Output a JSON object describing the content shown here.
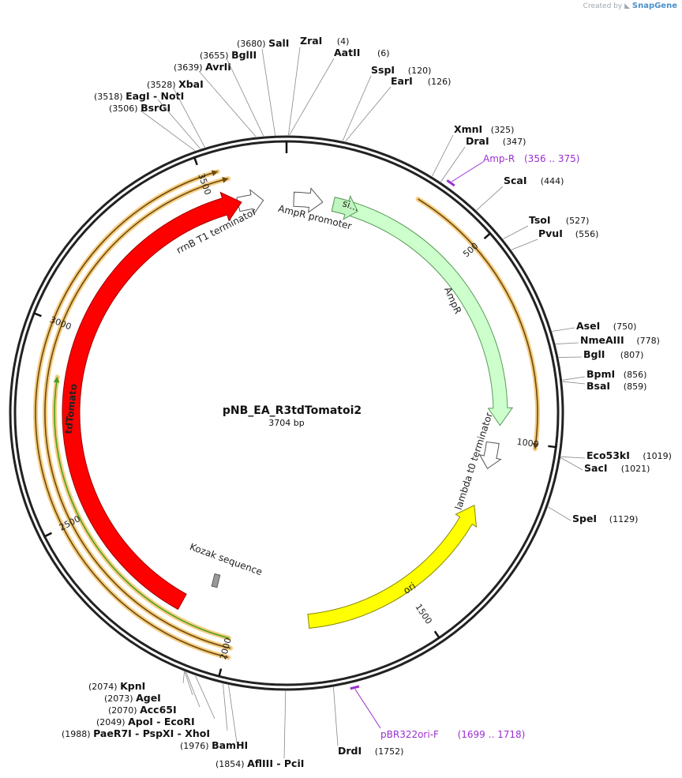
{
  "watermark": {
    "prefix": "Created by",
    "brand": "SnapGene"
  },
  "plasmid": {
    "name": "pNB_EA_R3tdTomatoi2",
    "length_label": "3704 bp",
    "length": 3704
  },
  "ticks": [
    "500",
    "1000",
    "1500",
    "2000",
    "2500",
    "3000",
    "3500"
  ],
  "sites": [
    {
      "name": "ZraI",
      "pos": "(4)"
    },
    {
      "name": "AatII",
      "pos": "(6)"
    },
    {
      "name": "SspI",
      "pos": "(120)"
    },
    {
      "name": "EarI",
      "pos": "(126)"
    },
    {
      "name": "XmnI",
      "pos": "(325)"
    },
    {
      "name": "DraI",
      "pos": "(347)"
    },
    {
      "name": "ScaI",
      "pos": "(444)"
    },
    {
      "name": "TsoI",
      "pos": "(527)"
    },
    {
      "name": "PvuI",
      "pos": "(556)"
    },
    {
      "name": "AseI",
      "pos": "(750)"
    },
    {
      "name": "NmeAIII",
      "pos": "(778)"
    },
    {
      "name": "BglI",
      "pos": "(807)"
    },
    {
      "name": "BpmI",
      "pos": "(856)"
    },
    {
      "name": "BsaI",
      "pos": "(859)"
    },
    {
      "name": "Eco53kI",
      "pos": "(1019)"
    },
    {
      "name": "SacI",
      "pos": "(1021)"
    },
    {
      "name": "SpeI",
      "pos": "(1129)"
    },
    {
      "name": "DrdI",
      "pos": "(1752)"
    },
    {
      "name": "AflIII",
      "pos": "(1854)",
      "extra": "PciI"
    },
    {
      "name": "BamHI",
      "pos": "(1976)"
    },
    {
      "name": "PaeR7I",
      "pos": "(1988)",
      "extra": "PspXI",
      "extra2": "XhoI"
    },
    {
      "name": "ApoI",
      "pos": "(2049)",
      "extra": "EcoRI"
    },
    {
      "name": "Acc65I",
      "pos": "(2070)"
    },
    {
      "name": "AgeI",
      "pos": "(2073)"
    },
    {
      "name": "KpnI",
      "pos": "(2074)"
    },
    {
      "name": "BsrGI",
      "pos": "(3506)"
    },
    {
      "name": "EagI",
      "pos": "(3518)",
      "extra": "NotI"
    },
    {
      "name": "XbaI",
      "pos": "(3528)"
    },
    {
      "name": "AvrII",
      "pos": "(3639)"
    },
    {
      "name": "BglII",
      "pos": "(3655)"
    },
    {
      "name": "SalI",
      "pos": "(3680)"
    }
  ],
  "primers": [
    {
      "name": "Amp-R",
      "range": "(356 .. 375)"
    },
    {
      "name": "pBR322ori-F",
      "range": "(1699 .. 1718)"
    }
  ],
  "features": {
    "ampr_promoter": "AmpR promoter",
    "signal": "si...",
    "ampr": "AmpR",
    "lambda": "lambda t0 terminator",
    "ori": "ori",
    "kozak": "Kozak sequence",
    "tdtomato": "tdTomato",
    "rrnb": "rrnB T1 terminator"
  },
  "colors": {
    "backbone": "#222222",
    "ampr": "#ccffcc",
    "ori": "#ffff00",
    "tdtomato": "#ff0000",
    "orf_line": "#6b4a10",
    "orf_glow": "#f5c46a",
    "orf_green": "#4aa020",
    "primer": "#9a2fd0"
  }
}
